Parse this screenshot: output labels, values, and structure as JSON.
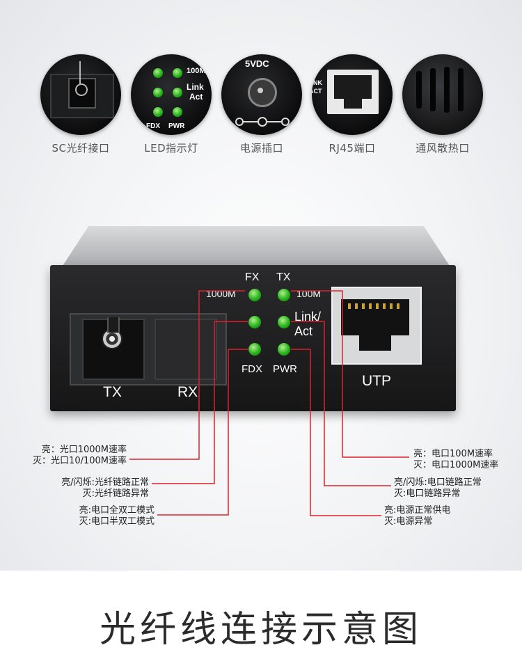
{
  "features": [
    {
      "label": "SC光纤接口"
    },
    {
      "label": "LED指示灯"
    },
    {
      "label": "电源插口"
    },
    {
      "label": "RJ45端口"
    },
    {
      "label": "通风散热口"
    }
  ],
  "closeups": {
    "led_100m": "100M",
    "led_link": "Link",
    "led_act": "Act",
    "led_fdx": "FDX",
    "led_pwr": "PWR",
    "power_5vdc": "5VDC",
    "rj45_link": "LINK",
    "rj45_act": "ACT"
  },
  "device": {
    "fx": "FX",
    "tx_top": "TX",
    "led_1000m": "1000M",
    "led_100m": "100M",
    "link": "Link/",
    "act": "Act",
    "fdx": "FDX",
    "pwr": "PWR",
    "tx": "TX",
    "rx": "RX",
    "utp": "UTP"
  },
  "annotations": {
    "fx_line1": "亮：光口1000M速率",
    "fx_line2": "灭：光口10/100M速率",
    "fiber_line1": "亮/闪烁:光纤链路正常",
    "fiber_line2": "灭:光纤链路异常",
    "fdx_line1": "亮:电口全双工模式",
    "fdx_line2": "灭:电口半双工模式",
    "tx_line1": "亮：电口100M速率",
    "tx_line2": "灭：电口1000M速率",
    "link_line1": "亮/闪烁:电口链路正常",
    "link_line2": "灭:电口链路异常",
    "pwr_line1": "亮:电源正常供电",
    "pwr_line2": "灭:电源异常"
  },
  "title": "光纤线连接示意图",
  "colors": {
    "callout_line": "#e0202a",
    "led_green": "#27b21b"
  }
}
